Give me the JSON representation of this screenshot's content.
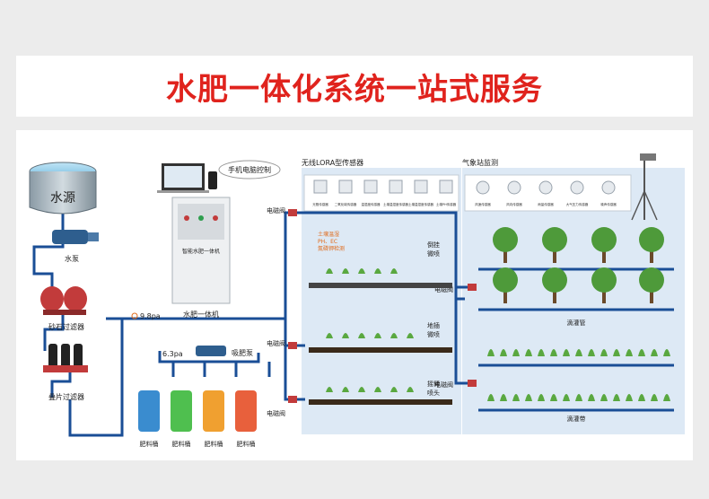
{
  "header": {
    "title": "水肥一体化系统一站式服务"
  },
  "labels": {
    "water_source": "水源",
    "pump": "水泵",
    "sand_filter": "砂石过滤器",
    "disc_filter": "叠片过滤器",
    "pressure_main": "9.8pa",
    "pressure_fert": "6.3pa",
    "machine_label": "水肥一体机",
    "machine_brand": "智能水肥一体机",
    "phone_control": "手机电脑控制",
    "suction_pump": "吸肥泵",
    "bucket": "肥料桶",
    "solenoid": "电磁阀",
    "lora_section": "无线LORA型传感器",
    "weather_section": "气象站监测",
    "soil_sensor": "土壤温湿\nPH、EC\n氮磷钾检测",
    "hanging": "倒挂\n微喷",
    "ground": "地插\n微喷",
    "rocker": "摇臂\n喷头",
    "drip_pipe": "滴灌管",
    "drip_tape": "滴灌带"
  },
  "sensors": [
    "光照传感器",
    "二氧化碳传感器",
    "温湿度传感器",
    "土壤温湿度传感器",
    "土壤温湿度传感器",
    "土壤PH传感器"
  ],
  "weather_items": [
    "风速传感器",
    "风向传感器",
    "雨量传感器",
    "大气压力传感器",
    "噪声传感器"
  ],
  "colors": {
    "pipe": "#1a4e96",
    "title_red": "#e0231d",
    "accent_orange": "#e06a1a",
    "panel_bg": "#dde9f5"
  }
}
